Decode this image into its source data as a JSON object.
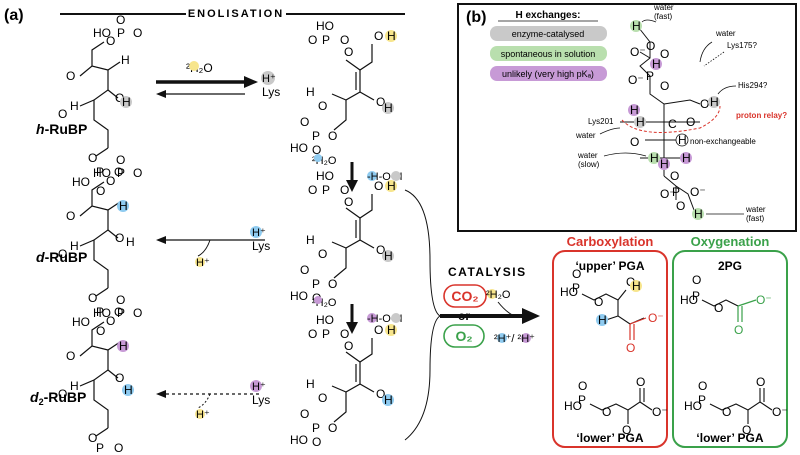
{
  "colors": {
    "grey": "#c9c9c9",
    "green": "#b9dfae",
    "purple": "#c79ad6",
    "yellow": "#f7e58c",
    "blue": "#8fcbf0",
    "red": "#d9342b",
    "green_dark": "#3aa14a",
    "orange": "#e68a2e"
  },
  "panel_a": {
    "label": "(a)",
    "title": "ENOLISATION",
    "rubp": [
      {
        "prefix": "h",
        "suffix": "-RuBP"
      },
      {
        "prefix": "d",
        "suffix": "-RuBP"
      },
      {
        "prefix": "d",
        "sub": "2",
        "suffix": "-RuBP"
      }
    ],
    "reagents": {
      "water": "²H₂O",
      "lys": "Lys",
      "h_plus": "H⁺",
      "h2o_exchange": "-H-O-H"
    },
    "catalysis": {
      "title": "CATALYSIS",
      "co2": "CO₂",
      "or": "or",
      "o2": "O₂",
      "water": "²H₂O",
      "products": "²H⁺/ ²H⁺"
    },
    "carboxylation": {
      "title": "Carboxylation",
      "upper": "‘upper’ PGA",
      "lower": "‘lower’ PGA"
    },
    "oxygenation": {
      "title": "Oxygenation",
      "upper": "2PG",
      "lower": "‘lower’ PGA"
    }
  },
  "panel_b": {
    "label": "(b)",
    "legend_title": "H exchanges:",
    "legend": [
      {
        "label": "enzyme-catalysed",
        "color": "grey"
      },
      {
        "label": "spontaneous in solution",
        "color": "green"
      },
      {
        "label": "unlikely (very high pKₐ)",
        "color": "purple"
      }
    ],
    "annotations": {
      "water_fast_top": "water\n(fast)",
      "water": "water",
      "lys175": "Lys175?",
      "his294": "His294?",
      "lys201": "Lys201",
      "proton_relay": "proton relay?",
      "water_left": "water",
      "non_exchangeable": "non-exchangeable",
      "water_slow": "water\n(slow)",
      "water_fast_bottom": "water\n(fast)"
    }
  }
}
